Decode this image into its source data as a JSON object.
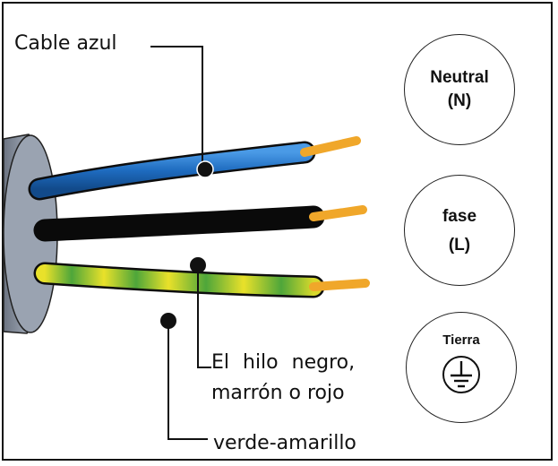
{
  "labels": {
    "blue_cable": "Cable azul",
    "black_wire_line1": "El hilo negro,",
    "black_wire_line2": "marrón o rojo",
    "green_yellow_wire": "verde-amarillo"
  },
  "terminals": {
    "neutral": {
      "line1": "Neutral",
      "line2": "(N)"
    },
    "phase": {
      "line1": "fase",
      "line2": "(L)"
    },
    "earth": {
      "line1": "Tierra",
      "icon": "ground-icon"
    }
  },
  "colors": {
    "wire_blue": "#1f6fc4",
    "wire_black": "#0a0a0a",
    "wire_green": "#4ea63a",
    "wire_yellow": "#e9e12a",
    "copper_tip": "#f0a72a",
    "sheath": "#8d97a6"
  }
}
